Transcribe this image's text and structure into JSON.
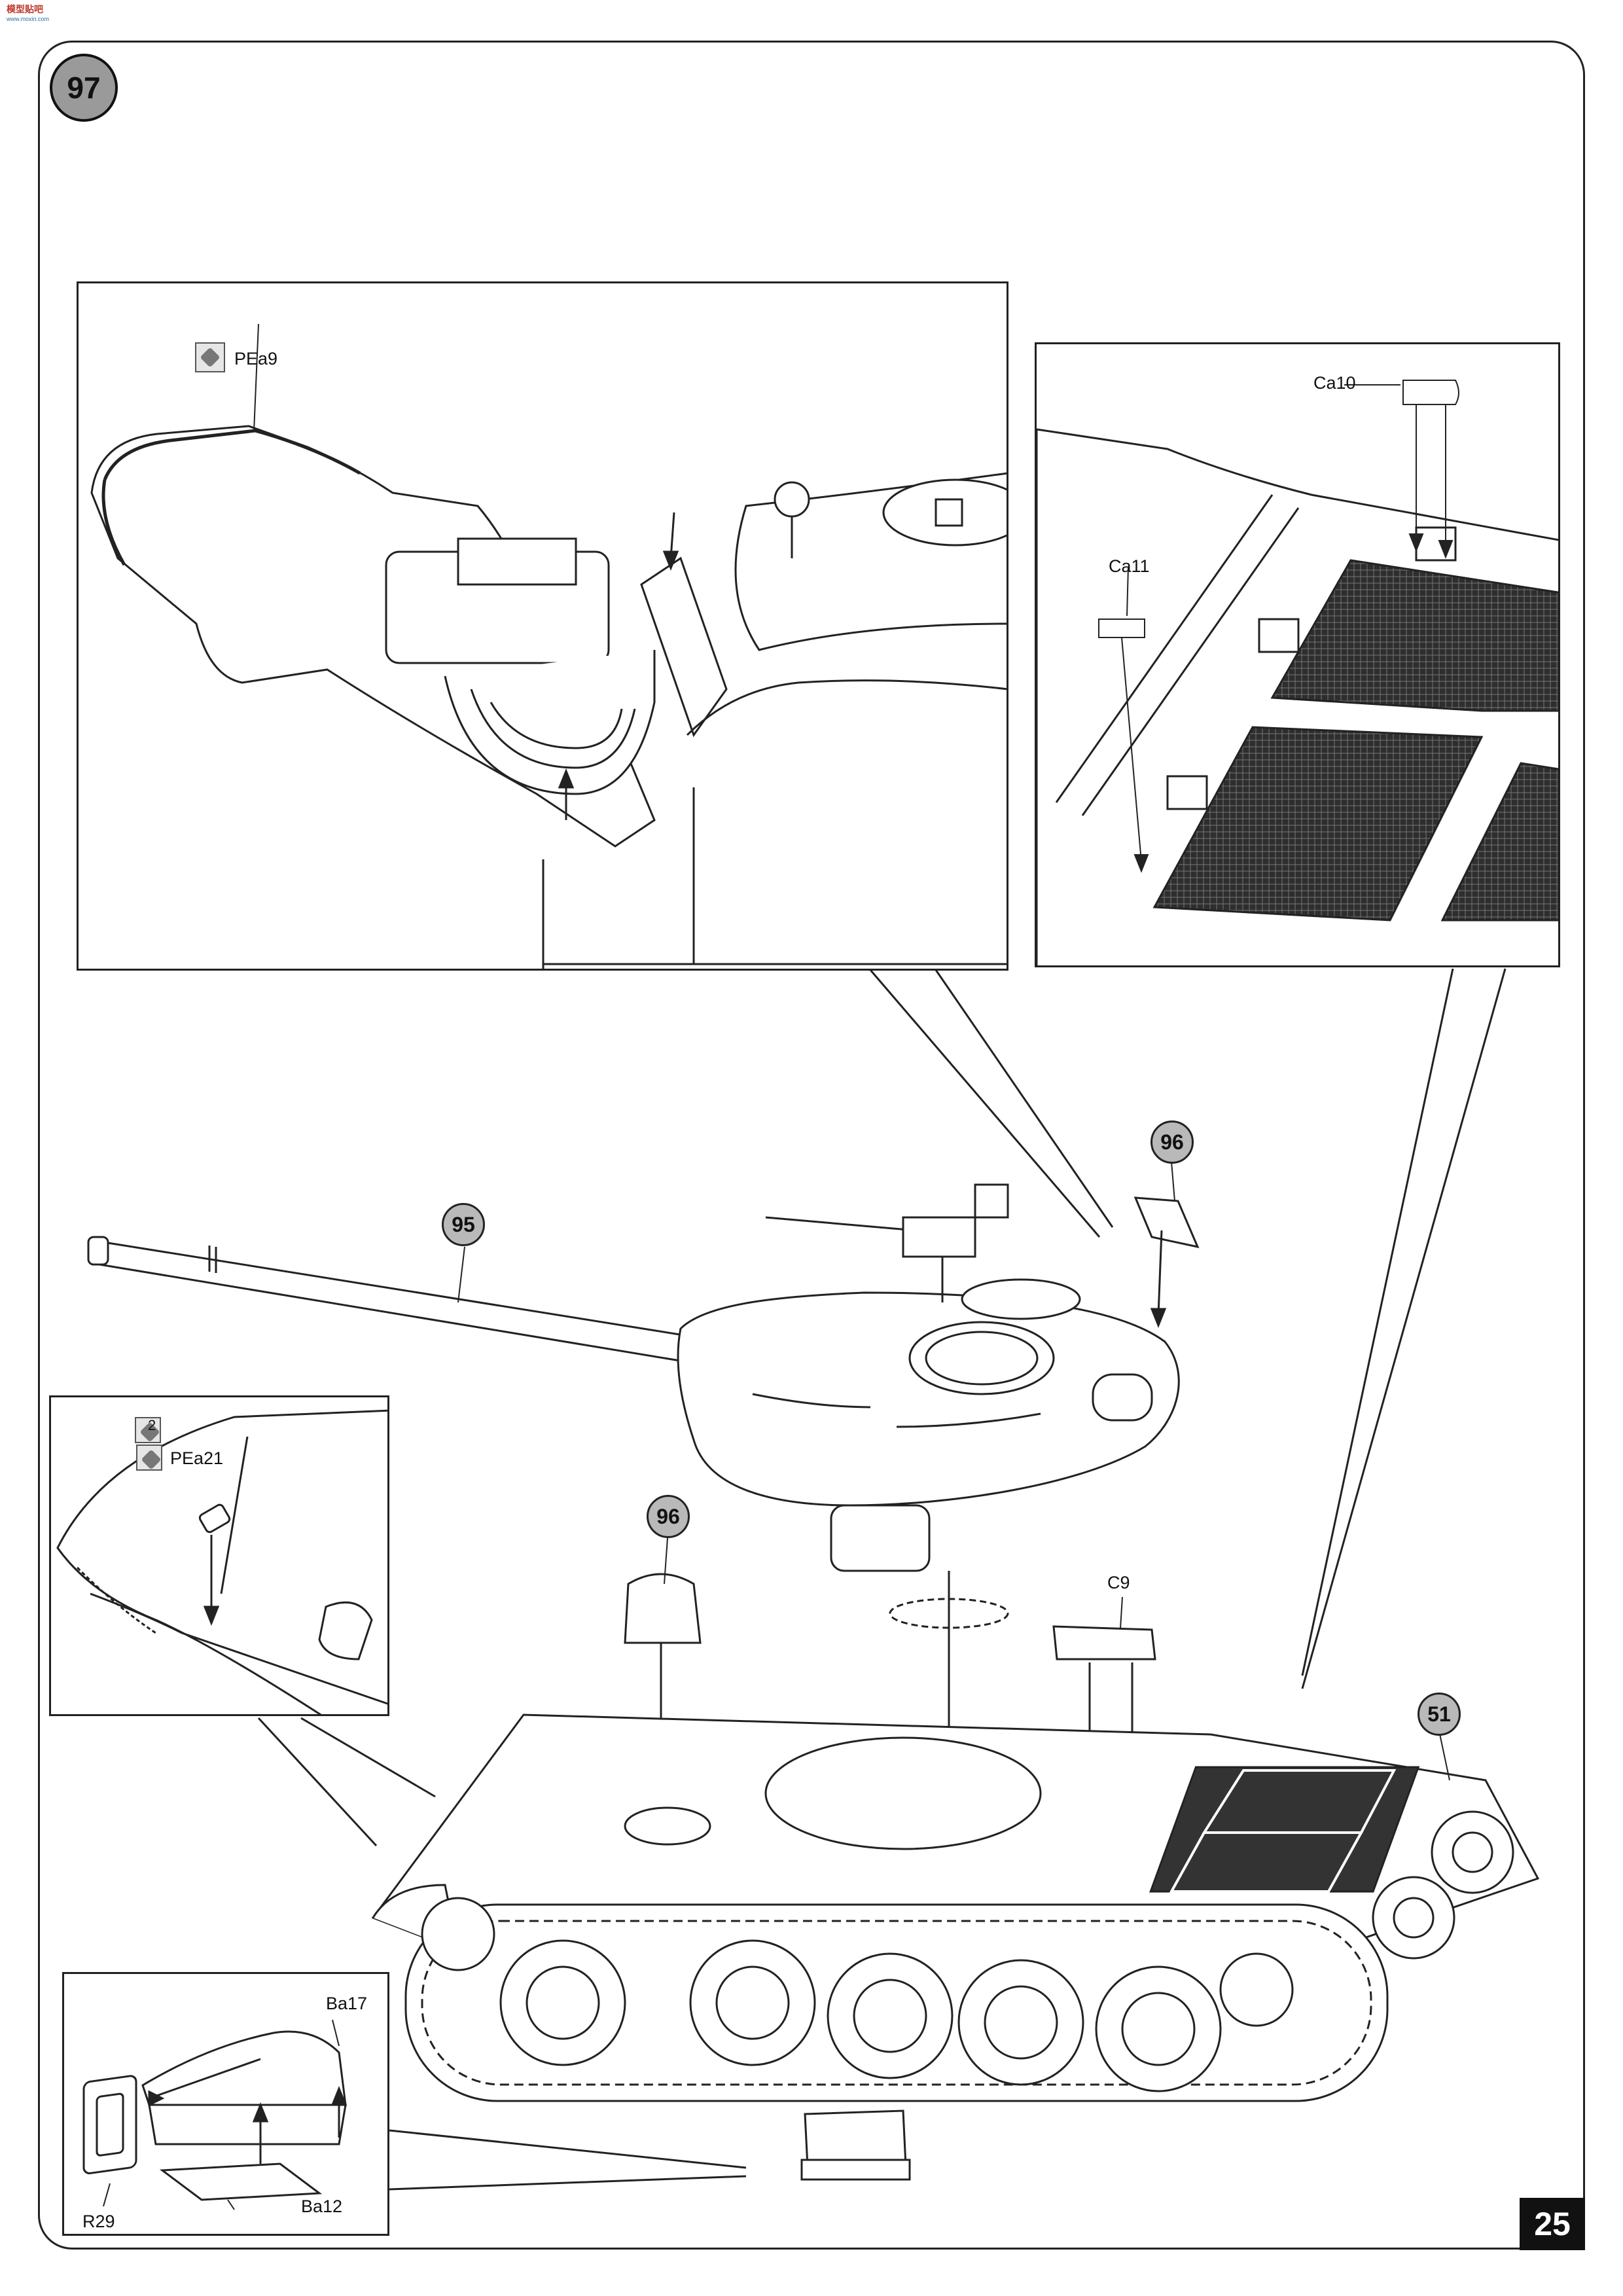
{
  "watermark": {
    "text": "模型贴吧",
    "sub": "www.moxin.com"
  },
  "step": {
    "number": "97"
  },
  "page": {
    "number": "25"
  },
  "detail_turret": {
    "part": "PEa9"
  },
  "detail_engine_deck": {
    "parts": {
      "a": "Ca10",
      "b": "Ca11"
    }
  },
  "detail_fender": {
    "part": "PEa21",
    "count": "2"
  },
  "detail_bracket": {
    "parts": {
      "top": "Ba17",
      "left": "R29",
      "bottom": "Ba12"
    }
  },
  "main": {
    "refs": {
      "gun": "95",
      "turret_box": "96",
      "hull_box": "96",
      "deck": "51"
    },
    "part_c9": "C9"
  }
}
